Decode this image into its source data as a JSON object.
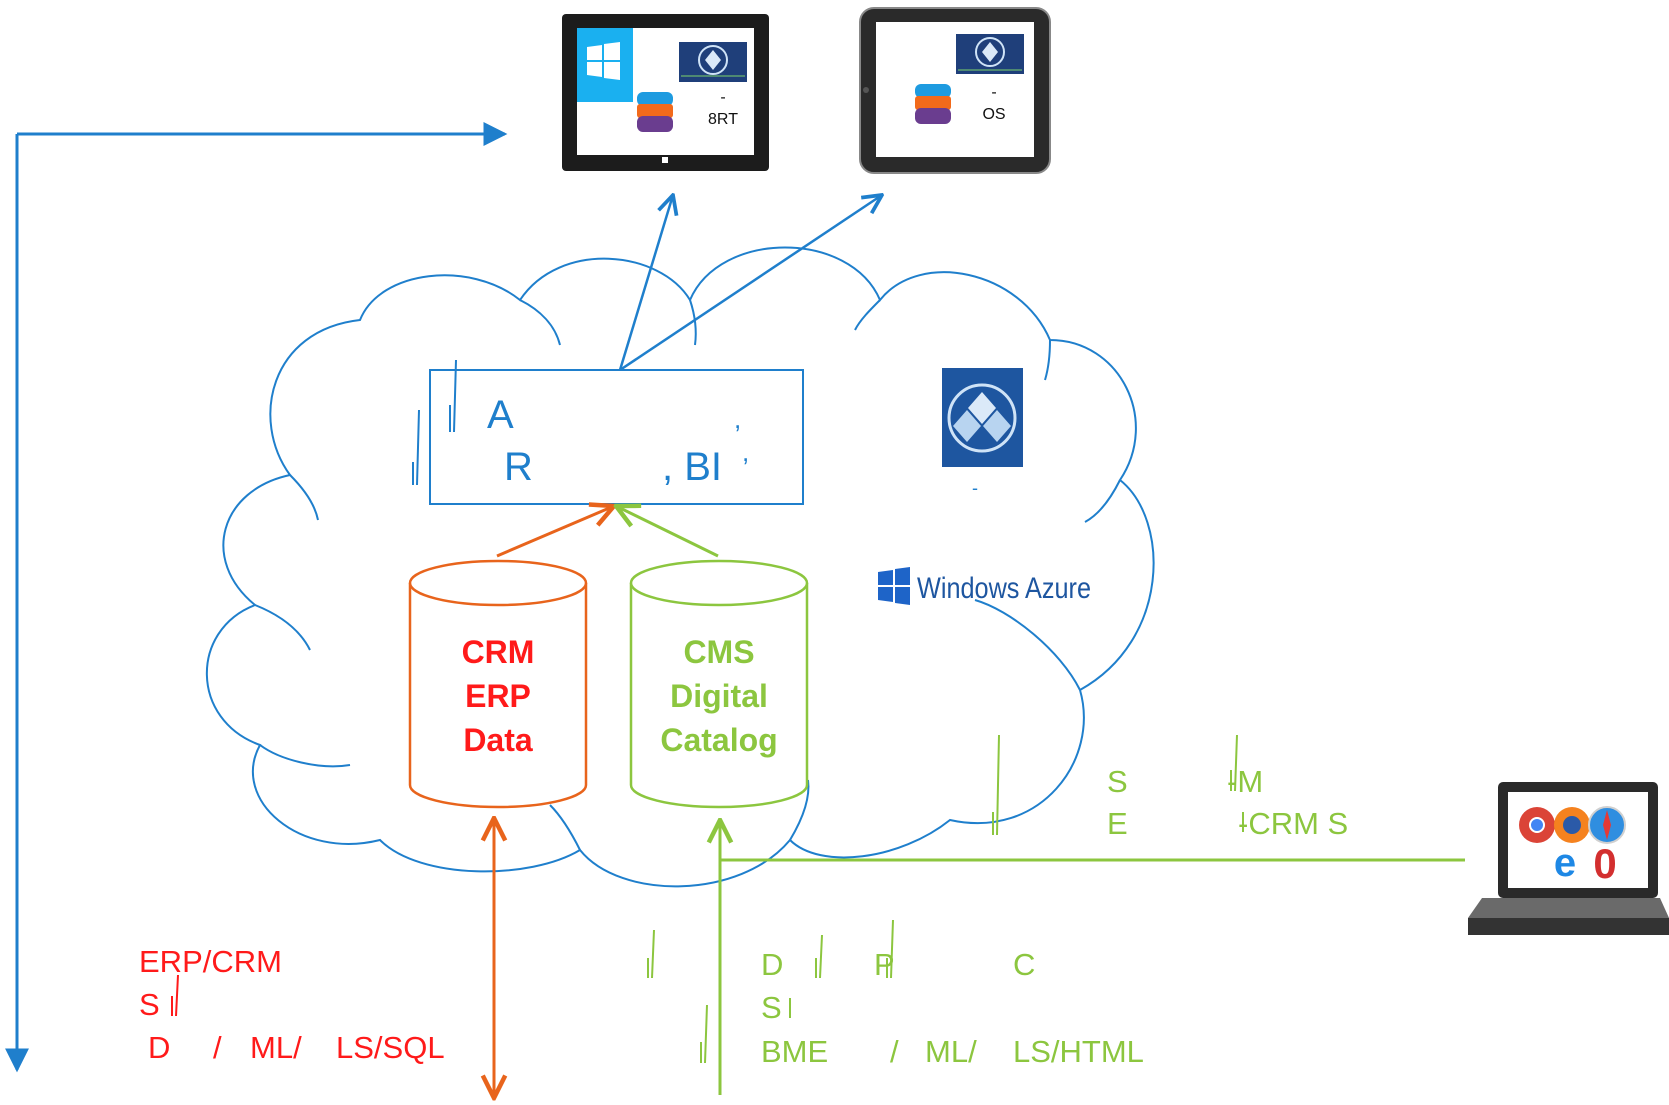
{
  "colors": {
    "blue": "#1f7fcc",
    "orange": "#e8641c",
    "red": "#ff1a1a",
    "green": "#8cc63f",
    "azure_blue": "#1e56a0",
    "windows_tile": "#1ab0f0"
  },
  "tablet_windows": {
    "line1": "-",
    "line2": "8RT"
  },
  "tablet_ios": {
    "line1": "-",
    "line2": "OS"
  },
  "app_box": {
    "line1": "A",
    "comma1": ",",
    "line2a": "R",
    "line2b": ", BI",
    "comma2": ","
  },
  "azure": {
    "dash": "-",
    "brand": "Windows Azure"
  },
  "db_crm": {
    "line1": "CRM",
    "line2": "ERP",
    "line3": "Data"
  },
  "db_cms": {
    "line1": "CMS",
    "line2": "Digital",
    "line3": "Catalog"
  },
  "shop_note": {
    "s": "S",
    "e": "E",
    "m": "-M",
    "crm": "-CRM S"
  },
  "erp_note": {
    "line1": "ERP/CRM",
    "line2": "S",
    "line3a": "D",
    "line3b": "/",
    "line3c": "ML/",
    "line3d": "LS/SQL"
  },
  "pim_note": {
    "d": "D",
    "p": "P",
    "c": "C",
    "s": "S",
    "bme": "BME",
    "slash": "/",
    "ml": "ML/",
    "ls": "LS/HTML"
  },
  "icons": [
    "windows-logo-icon",
    "azure-logo-icon",
    "database-stack-icon",
    "browser-logos-icon",
    "laptop-icon",
    "tablet-icon"
  ]
}
